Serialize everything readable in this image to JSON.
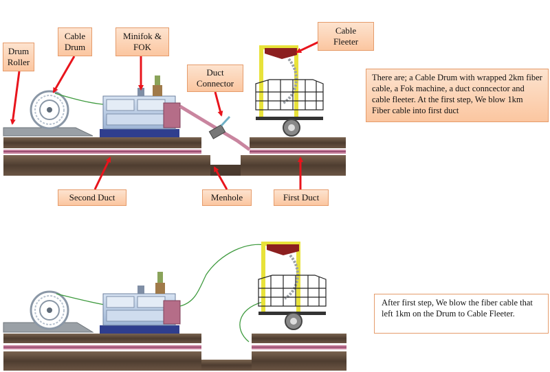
{
  "labels": {
    "drum_roller": [
      "Drum",
      "Roller"
    ],
    "cable_drum": [
      "Cable",
      "Drum"
    ],
    "minifok": [
      "Minifok &",
      "FOK"
    ],
    "duct_connector": [
      "Duct",
      "Connector"
    ],
    "cable_fleeter": [
      "Cable",
      "Fleeter"
    ],
    "second_duct": "Second Duct",
    "menhole": "Menhole",
    "first_duct": "First Duct"
  },
  "descriptions": {
    "step1": "There are; a Cable Drum with wrapped 2km fiber cable, a Fok machine, a duct conncector and cable fleeter. At the first step, We blow 1km Fiber cable into first duct",
    "step2": "After first step, We blow the fiber cable that left 1km on the Drum to Cable Fleeter."
  },
  "colors": {
    "arrow": "#e8141c",
    "label_fill": "#fbc6a0",
    "label_border": "#e59b6a",
    "duct": "#c9859f",
    "ground": "#5e4a3a",
    "cable": "#3e9a3e",
    "machine": "#b9cde6",
    "machine_base": "#2f3e8e",
    "fleeter_frame": "#e8e23a",
    "fleeter_top": "#8c1f1f"
  }
}
